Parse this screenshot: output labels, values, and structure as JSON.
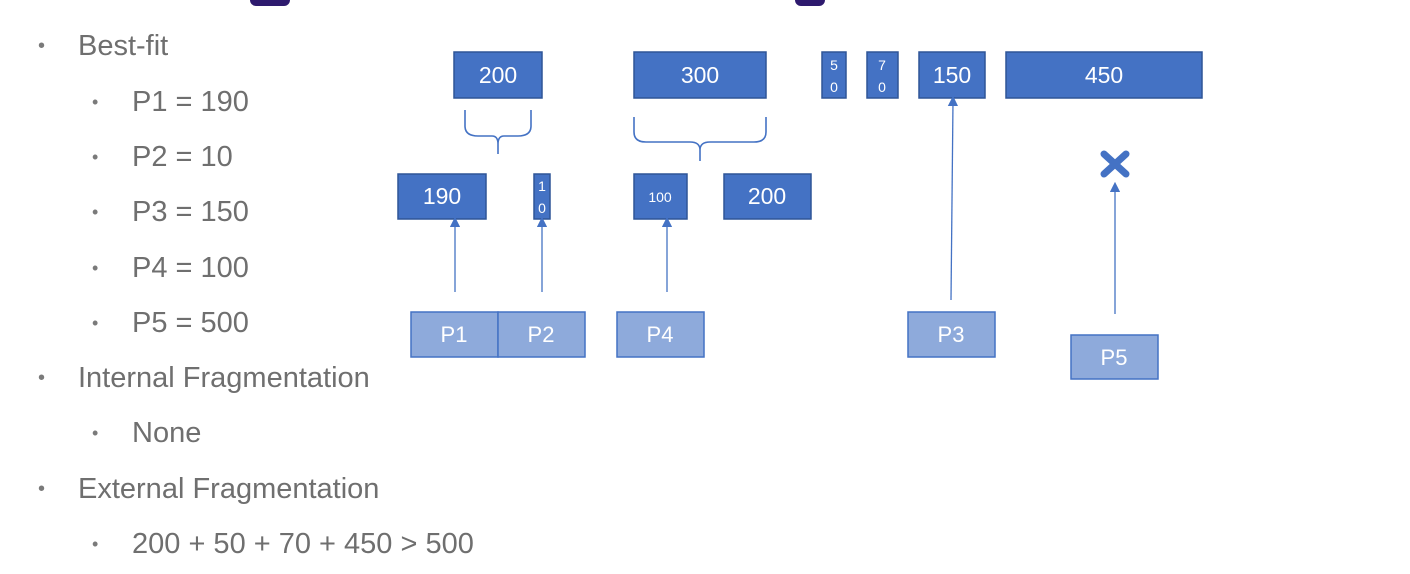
{
  "bullets": {
    "best_fit": "Best-fit",
    "p1": "P1 = 190",
    "p2": "P2 = 10",
    "p3": "P3 = 150",
    "p4": "P4 = 100",
    "p5": "P5 = 500",
    "internal": "Internal Fragmentation",
    "none": "None",
    "external": "External Fragmentation",
    "sum": "200 + 50 + 70 + 450 > 500"
  },
  "diagram": {
    "top_blocks": {
      "b200": "200",
      "b300": "300",
      "b50_a": "5",
      "b50_b": "0",
      "b70_a": "7",
      "b70_b": "0",
      "b150": "150",
      "b450": "450"
    },
    "mid_blocks": {
      "m190": "190",
      "m10_a": "1",
      "m10_b": "0",
      "m100": "100",
      "m200": "200"
    },
    "processes": {
      "p1": "P1",
      "p2": "P2",
      "p4": "P4",
      "p3": "P3",
      "p5": "P5"
    }
  },
  "colors": {
    "block_fill": "#4472c4",
    "process_fill": "#8eaadb",
    "fail_mark": "#4472c4"
  }
}
